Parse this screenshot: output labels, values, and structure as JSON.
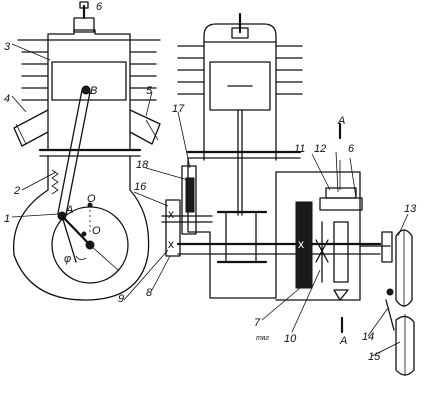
{
  "labels": {
    "n1": "1",
    "n2": "2",
    "n3": "3",
    "n4": "4",
    "n5": "5",
    "n6a": "6",
    "n6b": "6",
    "n7": "7",
    "n8": "8",
    "n9": "9",
    "n10": "10",
    "n11": "11",
    "n12": "12",
    "n13": "13",
    "n14": "14",
    "n15": "15",
    "n16": "16",
    "n17": "17",
    "n18": "18"
  },
  "points": {
    "A": "A",
    "B": "B",
    "O1": "O",
    "O2": "O",
    "phi": "φ"
  },
  "section": {
    "top": "A",
    "bottom": "A"
  },
  "note": "тяг"
}
